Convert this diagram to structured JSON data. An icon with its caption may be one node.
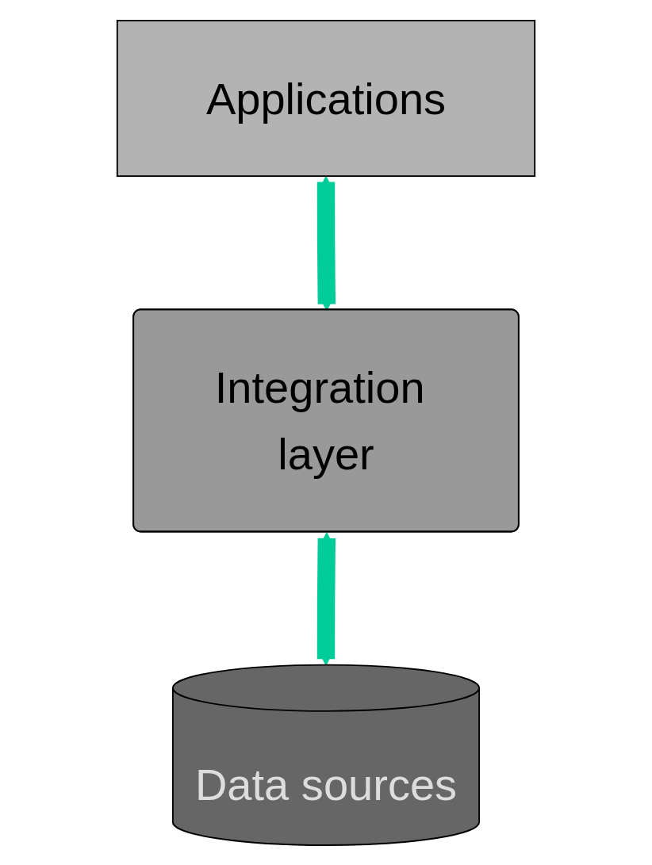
{
  "diagram": {
    "nodes": [
      {
        "text": [
          "Applications"
        ]
      },
      {
        "text": [
          "Integration layer"
        ]
      },
      {
        "text": [
          "Data sources"
        ]
      }
    ],
    "edges": [
      {
        "from": 0,
        "to": 1,
        "arrow": "both"
      },
      {
        "from": 1,
        "to": 2,
        "arrow": "both"
      }
    ]
  }
}
